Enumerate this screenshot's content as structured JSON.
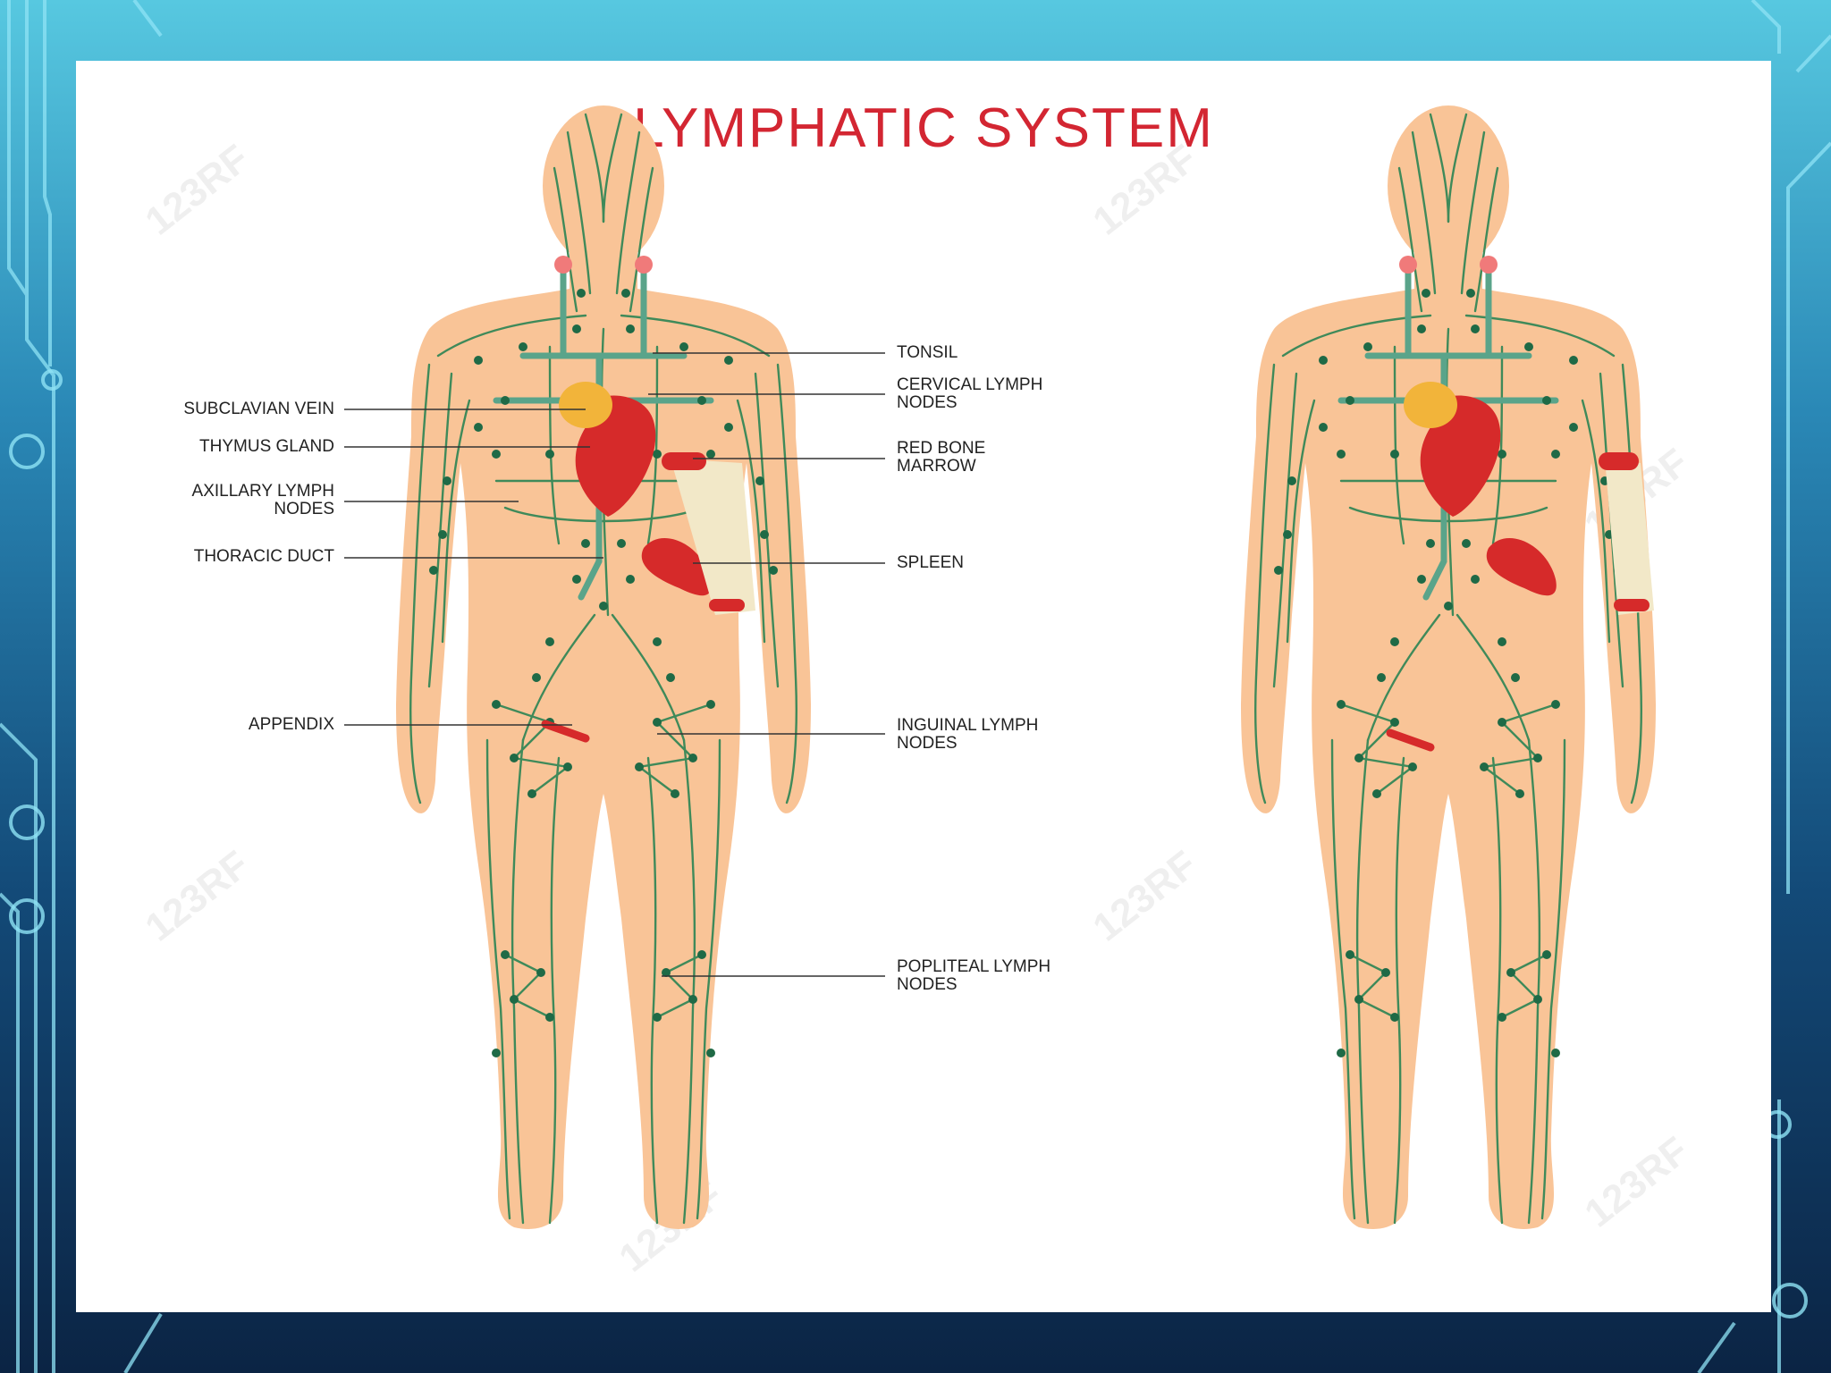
{
  "title": "LYMPHATIC SYSTEM",
  "watermark": "123RF",
  "colors": {
    "title": "#d32632",
    "skin": "#f9c497",
    "lymph_vessel": "#3f8a5a",
    "lymph_node": "#1f6a46",
    "organ_red": "#d62a2a",
    "thymus": "#f2b43a",
    "tonsil": "#f07a7a",
    "bone": "#f2e8c8",
    "duct": "#5aa48a"
  },
  "labels_left": [
    {
      "id": "subclavian",
      "line1": "SUBCLAVIAN VEIN",
      "line2": ""
    },
    {
      "id": "thymus",
      "line1": "THYMUS GLAND",
      "line2": ""
    },
    {
      "id": "axillary",
      "line1": "AXILLARY LYMPH",
      "line2": "NODES"
    },
    {
      "id": "thoracic",
      "line1": "THORACIC DUCT",
      "line2": ""
    },
    {
      "id": "appendix",
      "line1": "APPENDIX",
      "line2": ""
    }
  ],
  "labels_right": [
    {
      "id": "tonsil",
      "line1": "TONSIL",
      "line2": ""
    },
    {
      "id": "cervical",
      "line1": "CERVICAL LYMPH",
      "line2": "NODES"
    },
    {
      "id": "marrow",
      "line1": "RED BONE",
      "line2": "MARROW"
    },
    {
      "id": "spleen",
      "line1": "SPLEEN",
      "line2": ""
    },
    {
      "id": "inguinal",
      "line1": "INGUINAL LYMPH",
      "line2": "NODES"
    },
    {
      "id": "popliteal",
      "line1": "POPLITEAL LYMPH",
      "line2": "NODES"
    }
  ]
}
